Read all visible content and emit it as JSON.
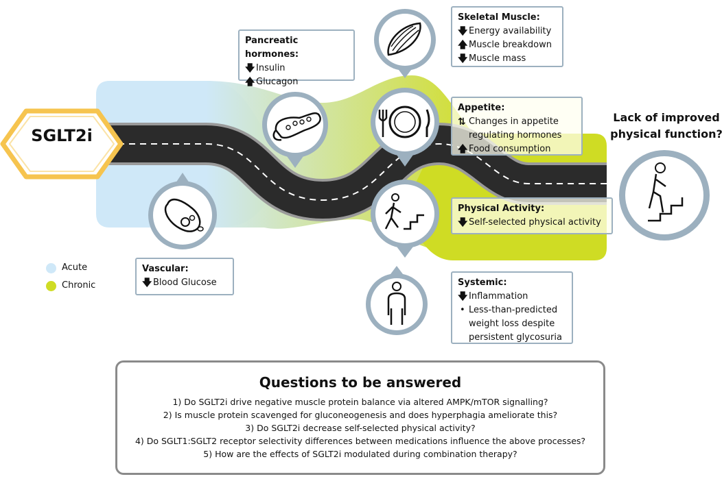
{
  "drug": {
    "label": "SGLT2i"
  },
  "legend": {
    "acute": {
      "label": "Acute",
      "color": "#cfe8f8"
    },
    "chronic": {
      "label": "Chronic",
      "color": "#cfdc24"
    }
  },
  "colors": {
    "road": "#2b2b2b",
    "icon_ring": "#9cb0bf",
    "badge_gold": "#f6c44f"
  },
  "boxes": {
    "pancreatic": {
      "title": "Pancreatic hormones:",
      "items": [
        {
          "arrow": "🡇",
          "text": "Insulin"
        },
        {
          "arrow": "🡅",
          "text": "Glucagon"
        }
      ]
    },
    "skeletal": {
      "title": "Skeletal Muscle:",
      "items": [
        {
          "arrow": "🡇",
          "text": "Energy availability"
        },
        {
          "arrow": "🡅",
          "text": "Muscle breakdown"
        },
        {
          "arrow": "🡇",
          "text": "Muscle mass"
        }
      ]
    },
    "appetite": {
      "title": "Appetite:",
      "items": [
        {
          "arrow": "⇅",
          "text": "Changes in appetite regulating hormones"
        },
        {
          "arrow": "🡅",
          "text": "Food consumption"
        }
      ]
    },
    "activity": {
      "title": "Physical Activity:",
      "items": [
        {
          "arrow": "🡇",
          "text": "Self-selected physical activity"
        }
      ]
    },
    "vascular": {
      "title": "Vascular:",
      "items": [
        {
          "arrow": "🡇",
          "text": "Blood Glucose"
        }
      ]
    },
    "systemic": {
      "title": "Systemic:",
      "items": [
        {
          "arrow": "🡇",
          "text": "Inflammation"
        },
        {
          "arrow": "•",
          "text": "Less-than-predicted weight loss despite persistent glycosuria"
        }
      ]
    }
  },
  "icons": {
    "pancreas": "pancreas-icon",
    "muscle": "muscle-icon",
    "plate": "plate-cutlery-icon",
    "stairs": "stair-climbing-icon",
    "cell": "blood-cell-icon",
    "person": "person-icon",
    "outcome": "woman-stairs-icon"
  },
  "outcome": {
    "line1": "Lack of improved",
    "line2": "physical function?"
  },
  "questions": {
    "title": "Questions to be answered",
    "items": [
      "1) Do SGLT2i drive negative muscle protein balance via altered AMPK/mTOR signalling?",
      "2) Is muscle protein scavenged for gluconeogenesis and does hyperphagia ameliorate this?",
      "3) Do SGLT2i decrease self-selected physical activity?",
      "4) Do SGLT1:SGLT2 receptor selectivity differences between medications influence the above processes?",
      "5) How are the effects of SGLT2i modulated during combination therapy?"
    ]
  }
}
